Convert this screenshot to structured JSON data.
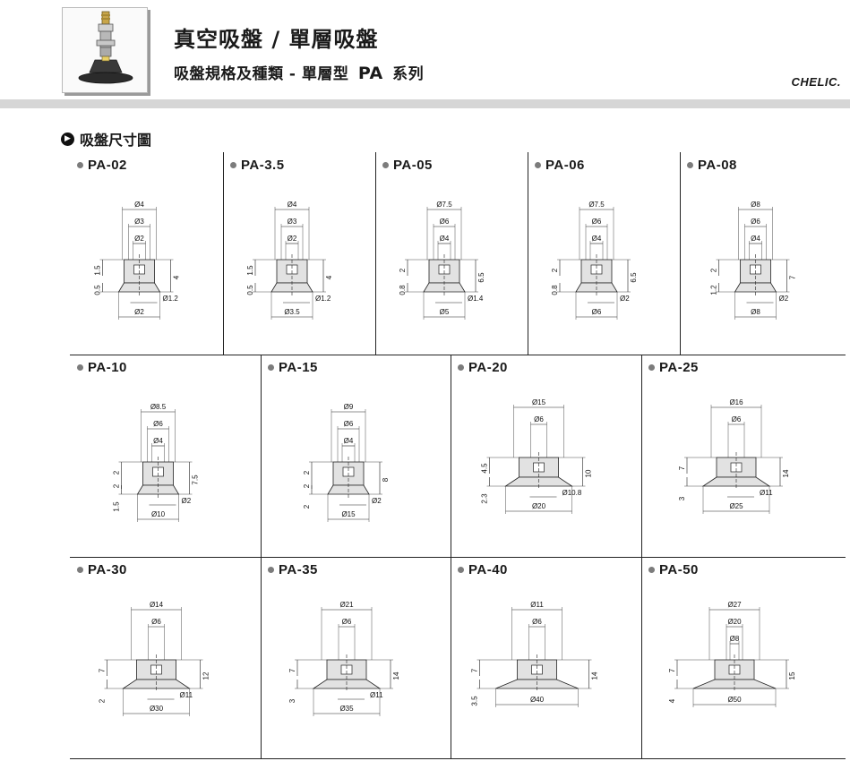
{
  "header": {
    "title": "真空吸盤 / 單層吸盤",
    "subtitle_prefix": "吸盤規格及種類 - 單層型",
    "subtitle_model": "PA",
    "subtitle_suffix": "系列",
    "brand": "CHELIC."
  },
  "section": {
    "title": "吸盤尺寸圖"
  },
  "models": [
    {
      "name": "PA-02",
      "dims": {
        "d1": "Ø4",
        "d2": "Ø3",
        "d3": "Ø2",
        "b1": "Ø1.2",
        "b2": "Ø2",
        "h1": "1.5",
        "h2": "0.5",
        "h": "4"
      }
    },
    {
      "name": "PA-3.5",
      "dims": {
        "d1": "Ø4",
        "d2": "Ø3",
        "d3": "Ø2",
        "b1": "Ø1.2",
        "b2": "Ø3.5",
        "h1": "1.5",
        "h2": "0.5",
        "h": "4"
      }
    },
    {
      "name": "PA-05",
      "dims": {
        "d1": "Ø7.5",
        "d2": "Ø6",
        "d3": "Ø4",
        "b1": "Ø1.4",
        "b2": "Ø5",
        "h1": "2",
        "h2": "0.8",
        "h": "6.5"
      }
    },
    {
      "name": "PA-06",
      "dims": {
        "d1": "Ø7.5",
        "d2": "Ø6",
        "d3": "Ø4",
        "b1": "Ø2",
        "b2": "Ø6",
        "h1": "2",
        "h2": "0.8",
        "h": "6.5"
      }
    },
    {
      "name": "PA-08",
      "dims": {
        "d1": "Ø8",
        "d2": "Ø6",
        "d3": "Ø4",
        "b1": "Ø2",
        "b2": "Ø8",
        "h1": "2",
        "h2": "1.2",
        "h": "7"
      }
    },
    {
      "name": "PA-10",
      "dims": {
        "d1": "Ø8.5",
        "d2": "Ø6",
        "d3": "Ø4",
        "b1": "Ø2",
        "b2": "Ø10",
        "h1": "2",
        "h1b": "2",
        "h2": "1.5",
        "h": "7.5"
      }
    },
    {
      "name": "PA-15",
      "dims": {
        "d1": "Ø9",
        "d2": "Ø6",
        "d3": "Ø4",
        "b1": "Ø2",
        "b2": "Ø15",
        "h1": "2",
        "h1b": "2",
        "h2": "2",
        "h": "8"
      }
    },
    {
      "name": "PA-20",
      "dims": {
        "d1": "Ø15",
        "d2": "Ø6",
        "b1": "Ø10.8",
        "b2": "Ø20",
        "h1": "4.5",
        "h2": "2.3",
        "h": "10"
      }
    },
    {
      "name": "PA-25",
      "dims": {
        "d1": "Ø16",
        "d2": "Ø6",
        "b1": "Ø11",
        "b2": "Ø25",
        "h1": "7",
        "h2": "3",
        "h": "14"
      }
    },
    {
      "name": "PA-30",
      "dims": {
        "d1": "Ø14",
        "d2": "Ø6",
        "b1": "Ø11",
        "b2": "Ø30",
        "h1": "7",
        "h2": "2",
        "h": "12"
      }
    },
    {
      "name": "PA-35",
      "dims": {
        "d1": "Ø21",
        "d2": "Ø6",
        "b1": "Ø11",
        "b2": "Ø35",
        "h1": "7",
        "h2": "3",
        "h": "14"
      }
    },
    {
      "name": "PA-40",
      "dims": {
        "d1": "Ø11",
        "d2": "Ø6",
        "b2": "Ø40",
        "h1": "7",
        "h2": "3.5",
        "h": "14"
      }
    },
    {
      "name": "PA-50",
      "dims": {
        "d1": "Ø27",
        "d2": "Ø20",
        "d3": "Ø8",
        "b2": "Ø50",
        "h1": "7",
        "h2": "4",
        "h": "15"
      }
    }
  ]
}
